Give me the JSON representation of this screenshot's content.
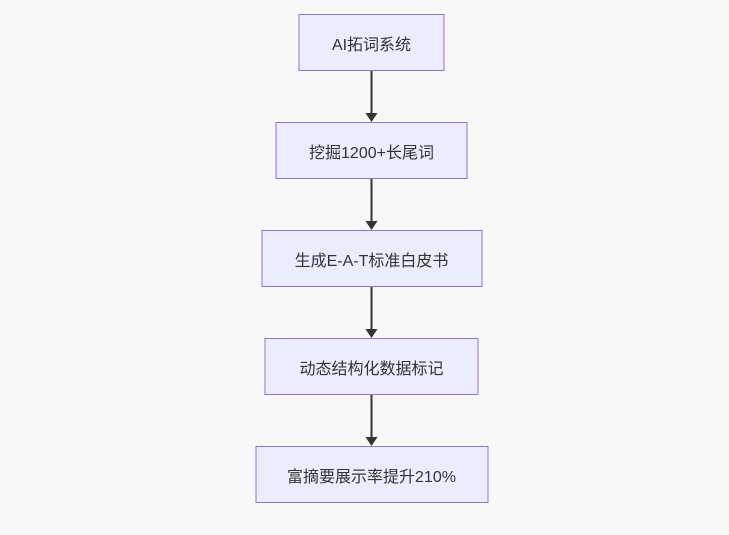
{
  "page": {
    "background_color": "#f8f8f8"
  },
  "flowchart": {
    "type": "vertical-flow",
    "direction": "top-down",
    "nodes": [
      {
        "id": "A",
        "label": "AI拓词系统"
      },
      {
        "id": "B",
        "label": "挖掘1200+长尾词"
      },
      {
        "id": "C",
        "label": "生成E-A-T标准白皮书"
      },
      {
        "id": "D",
        "label": "动态结构化数据标记"
      },
      {
        "id": "E",
        "label": "富摘要展示率提升210%"
      }
    ],
    "edges": [
      {
        "from": "A",
        "to": "B",
        "arrow": "down"
      },
      {
        "from": "B",
        "to": "C",
        "arrow": "down"
      },
      {
        "from": "C",
        "to": "D",
        "arrow": "down"
      },
      {
        "from": "D",
        "to": "E",
        "arrow": "down"
      }
    ],
    "style": {
      "node_fill": "#ECECFF",
      "node_border": "#9370DB",
      "node_text_color": "#333333",
      "arrow_color": "#333333"
    }
  }
}
